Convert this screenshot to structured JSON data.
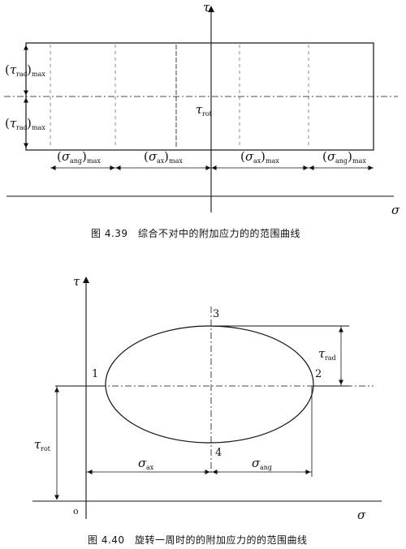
{
  "figure1": {
    "axis_y": "τ",
    "axis_x": "σ",
    "tau_rad_max": "(τrad)max",
    "tau_rad_greek": "τ",
    "tau_rad_sub": "rad",
    "max_sub": "max",
    "tau_rot_greek": "τ",
    "tau_rot_sub": "rot",
    "sigma_ang_sub": "ang",
    "sigma_ax_sub": "ax",
    "sigma_greek": "σ",
    "caption": "图 4.39　综合不对中的附加应力的的范围曲线"
  },
  "figure2": {
    "axis_y": "τ",
    "axis_x": "σ",
    "origin": "o",
    "point1": "1",
    "point2": "2",
    "point3": "3",
    "point4": "4",
    "tau_rad_greek": "τ",
    "tau_rad_sub": "rad",
    "tau_rot_greek": "τ",
    "tau_rot_sub": "rot",
    "sigma_ax_greek": "σ",
    "sigma_ax_sub": "ax",
    "sigma_ang_greek": "σ",
    "sigma_ang_sub": "ang",
    "caption": "图 4.40　旋转一周时的的附加应力的的范围曲线"
  }
}
